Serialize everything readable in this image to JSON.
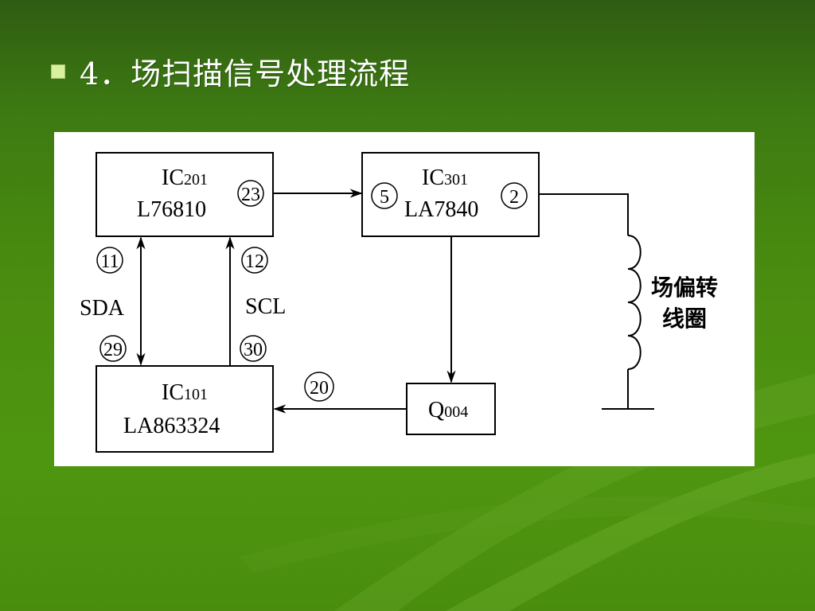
{
  "slide": {
    "title": "4．场扫描信号处理流程"
  },
  "diagram": {
    "ic201": {
      "name": "IC",
      "sub": "201",
      "part": "L76810",
      "pin_out": "23",
      "pin_left": "11",
      "pin_right": "12"
    },
    "ic301": {
      "name": "IC",
      "sub": "301",
      "part": "LA7840",
      "pin_in": "5",
      "pin_out": "2"
    },
    "ic101": {
      "name": "IC",
      "sub": "101",
      "part": "LA863324",
      "pin_left": "29",
      "pin_right": "30",
      "pin_in": "20"
    },
    "q004": {
      "name": "Q",
      "sub": "004"
    },
    "sda_label": "SDA",
    "scl_label": "SCL",
    "coil_label_line1": "场偏转",
    "coil_label_line2": "线圈"
  },
  "colors": {
    "background_green": "#4a8c10",
    "panel": "#ffffff",
    "bullet": "#d8f0a0"
  }
}
